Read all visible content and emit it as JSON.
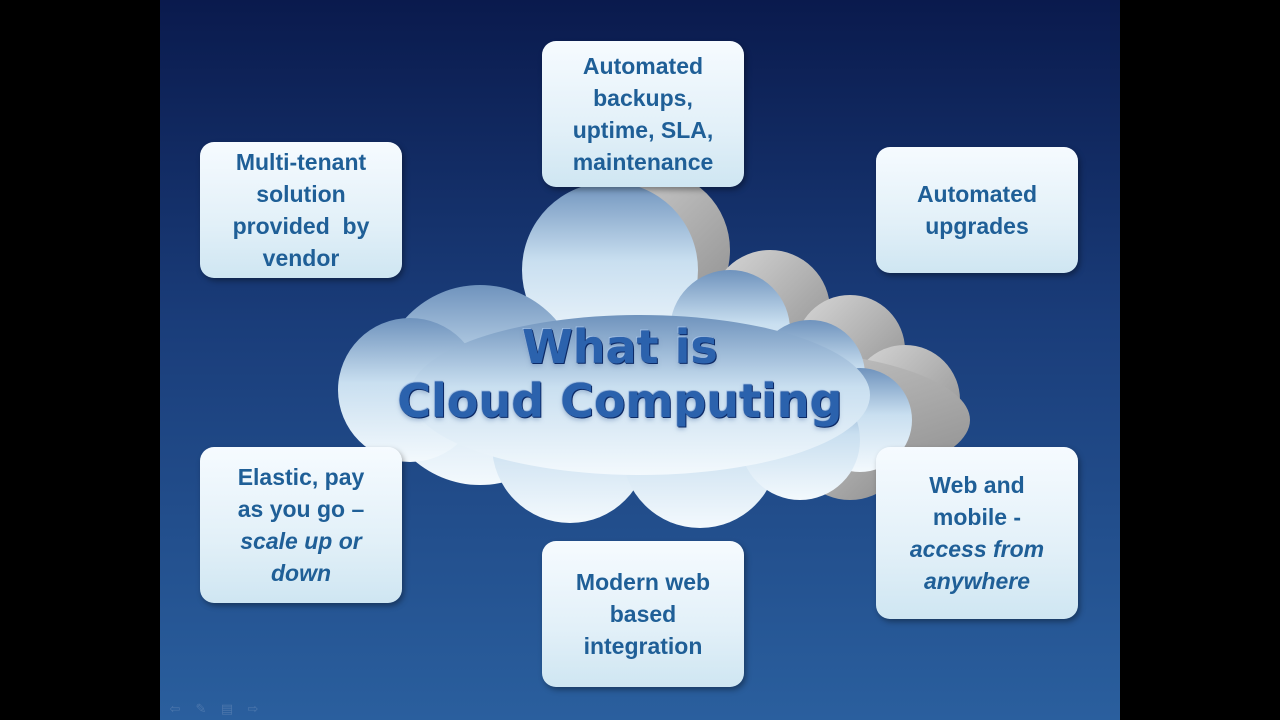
{
  "slide": {
    "title_lines": [
      "What is",
      "Cloud Computing"
    ],
    "boxes": [
      {
        "lines": [
          {
            "text": "Automated",
            "italic": false
          },
          {
            "text": "backups,",
            "italic": false
          },
          {
            "text": "uptime, SLA,",
            "italic": false
          },
          {
            "text": "maintenance",
            "italic": false
          }
        ]
      },
      {
        "lines": [
          {
            "text": "Multi-tenant",
            "italic": false
          },
          {
            "text": "solution",
            "italic": false
          },
          {
            "text": "provided  by",
            "italic": false
          },
          {
            "text": "vendor",
            "italic": false
          }
        ]
      },
      {
        "lines": [
          {
            "text": "Automated",
            "italic": false
          },
          {
            "text": "upgrades",
            "italic": false
          }
        ]
      },
      {
        "lines": [
          {
            "text": "Elastic, pay",
            "italic": false
          },
          {
            "text": "as you go –",
            "italic": false
          },
          {
            "text": "scale up or",
            "italic": true
          },
          {
            "text": "down",
            "italic": true
          }
        ]
      },
      {
        "lines": [
          {
            "text": "Modern web",
            "italic": false
          },
          {
            "text": "based",
            "italic": false
          },
          {
            "text": "integration",
            "italic": false
          }
        ]
      },
      {
        "lines": [
          {
            "text": "Web and",
            "italic": false
          },
          {
            "text": "mobile -",
            "italic": false
          },
          {
            "text": "access from",
            "italic": true
          },
          {
            "text": "anywhere",
            "italic": true
          }
        ]
      }
    ]
  },
  "nav": {
    "icons": [
      "arrow-left-icon",
      "pen-icon",
      "menu-icon",
      "arrow-right-icon"
    ],
    "glyphs": [
      "⇦",
      "✎",
      "▤",
      "⇨"
    ]
  }
}
